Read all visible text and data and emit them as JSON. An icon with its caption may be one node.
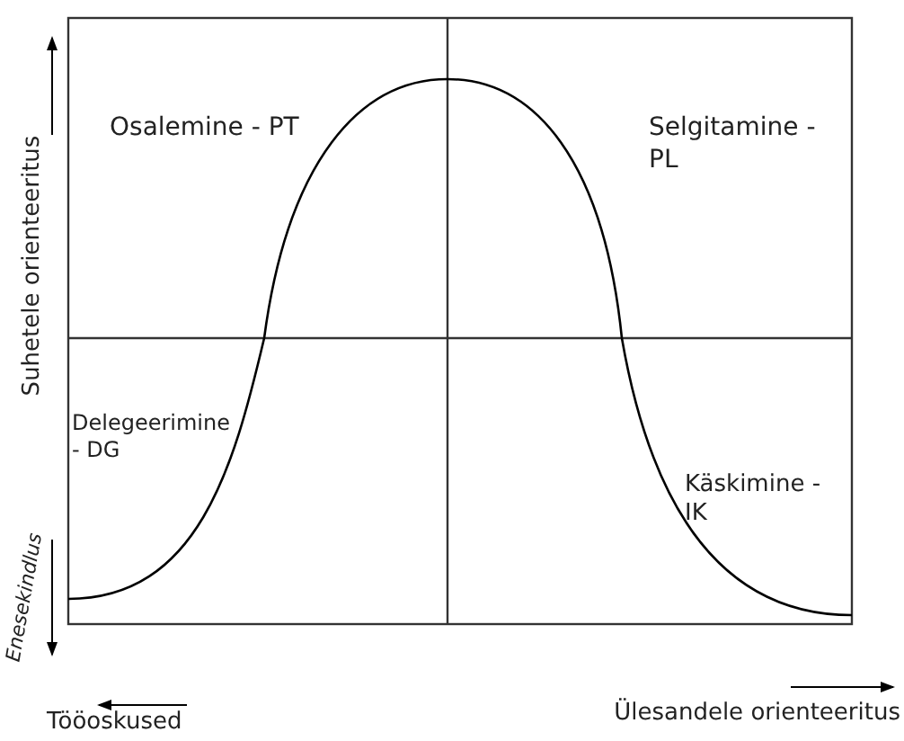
{
  "diagram": {
    "labels": [
      "Osalemine - PT",
      "Selgitamine - PL",
      "Delegeerimine - DG",
      "Käskimine - IK",
      "Suhetele orienteeritus",
      "Enesekindlus",
      "Tööoskused",
      "Ülesandele orienteeritus"
    ]
  }
}
